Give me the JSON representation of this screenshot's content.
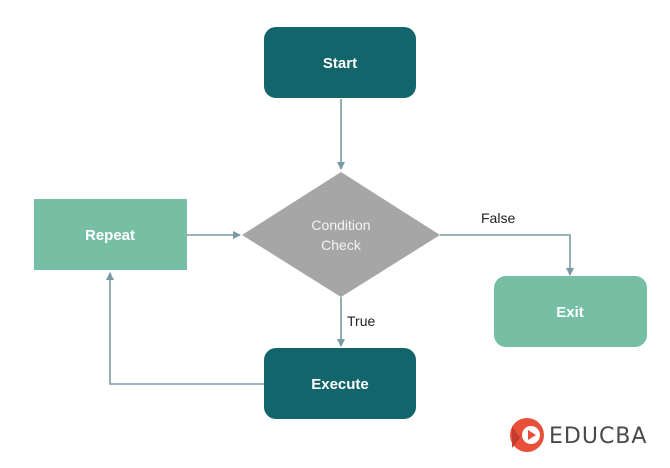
{
  "nodes": {
    "start": "Start",
    "condition_line1": "Condition",
    "condition_line2": "Check",
    "repeat": "Repeat",
    "execute": "Execute",
    "exit": "Exit"
  },
  "edges": {
    "true_label": "True",
    "false_label": "False"
  },
  "brand": {
    "name": "EDUCBA"
  },
  "colors": {
    "dark_teal": "#12656b",
    "light_green": "#76bfa4",
    "diamond_gray": "#a6a6a6",
    "arrow_gray": "#7a9aa3",
    "logo_red": "#e8503a"
  }
}
